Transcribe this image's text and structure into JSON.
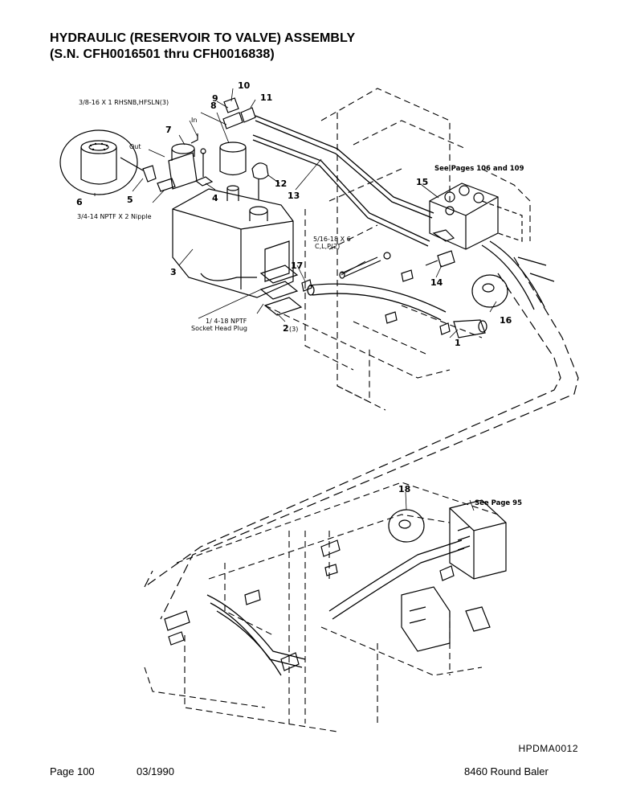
{
  "header": {
    "title_line1": "HYDRAULIC (RESERVOIR TO VALVE) ASSEMBLY",
    "title_line2": "(S.N. CFH0016501 thru CFH0016838)"
  },
  "callouts": {
    "c1": "1",
    "c2": "2",
    "c2_qty": "(3)",
    "c3": "3",
    "c4": "4",
    "c5": "5",
    "c6": "6",
    "c7": "7",
    "c8": "8",
    "c9": "9",
    "c10": "10",
    "c11": "11",
    "c12": "12",
    "c13": "13",
    "c14": "14",
    "c15": "15",
    "c16": "16",
    "c17": "17",
    "c18": "18"
  },
  "notes": {
    "bolt": "3/8-16 X 1 RHSNB,HFSLN(3)",
    "in": "In",
    "out": "Out",
    "nipple": "3/4-14 NPTF X 2 Nipple",
    "cotter_line1": "5/16-18 X 6",
    "cotter_line2": "C,L,P(2)",
    "plug_line1": "1/ 4-18 NPTF",
    "plug_line2": "Socket Head Plug",
    "see_pages": "See Pages 106 and 109",
    "see_page_95": "See Page 95"
  },
  "footer": {
    "drawing_code": "HPDMA0012",
    "page": "Page 100",
    "date": "03/1990",
    "model": "8460 Round Baler"
  }
}
